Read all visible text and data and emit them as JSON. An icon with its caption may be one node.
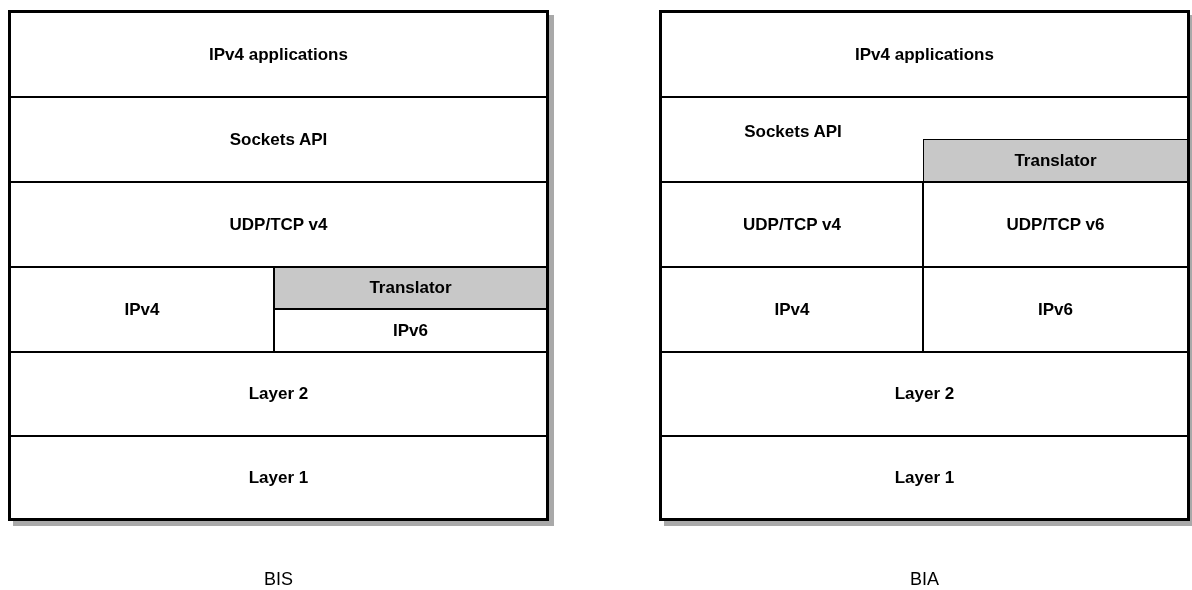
{
  "diagram": {
    "nodes": [
      {
        "text": [],
        "shape": "box",
        "beside": [
          "BIS"
        ]
      },
      {
        "text": [
          "IPv4 applications"
        ],
        "in": 0
      },
      {
        "text": [
          "Sockets API"
        ],
        "in": 0
      },
      {
        "text": [
          "UDP/TCP v4"
        ],
        "in": 0
      },
      {
        "text": [
          "IPv4"
        ],
        "in": 0
      },
      {
        "text": [
          "Translator"
        ],
        "in": 0
      },
      {
        "text": [
          "IPv6"
        ],
        "in": 0
      },
      {
        "text": [
          "Layer 2"
        ],
        "in": 0
      },
      {
        "text": [
          "Layer 1"
        ],
        "in": 0
      },
      {
        "text": [],
        "shape": "box",
        "beside": [
          "BIA"
        ]
      },
      {
        "text": [
          "IPv4 applications"
        ],
        "in": 9
      },
      {
        "text": [
          "Sockets API"
        ],
        "in": 9
      },
      {
        "text": [
          "Translator"
        ],
        "in": 11
      },
      {
        "text": [
          "UDP/TCP v4"
        ],
        "in": 9
      },
      {
        "text": [
          "UDP/TCP v6"
        ],
        "in": 9
      },
      {
        "text": [
          "IPv4"
        ],
        "in": 9
      },
      {
        "text": [
          "IPv6"
        ],
        "in": 9
      },
      {
        "text": [
          "Layer 2"
        ],
        "in": 9
      },
      {
        "text": [
          "Layer 1"
        ],
        "in": 9
      }
    ]
  }
}
